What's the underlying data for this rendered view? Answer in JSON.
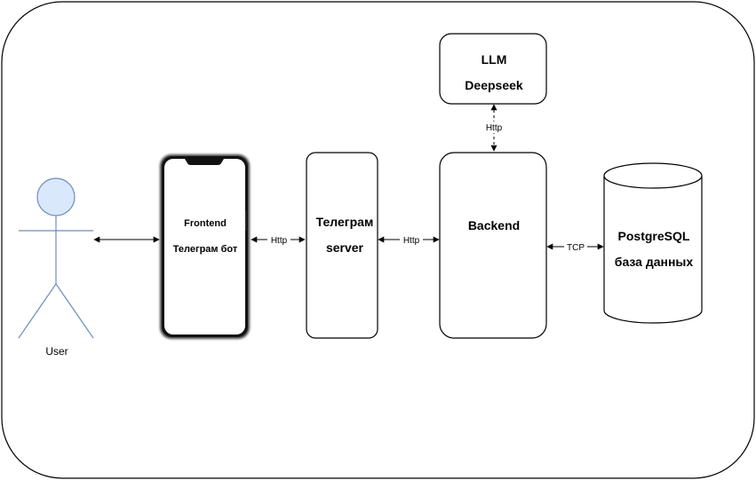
{
  "actor": {
    "label": "User",
    "head_fill": "#dae8fc",
    "stroke": "#6c8ebf"
  },
  "phone": {
    "title": "Frontend",
    "subtitle": "Телеграм бот"
  },
  "telegram_server": {
    "line1": "Телеграм",
    "line2": "server"
  },
  "backend": {
    "label": "Backend"
  },
  "llm": {
    "line1": "LLM",
    "line2": "Deepseek"
  },
  "database": {
    "line1": "PostgreSQL",
    "line2": "база данных"
  },
  "edges": {
    "user_frontend": "",
    "frontend_server": "Http",
    "server_backend": "Http",
    "backend_llm": "Http",
    "backend_db": "TCP"
  }
}
